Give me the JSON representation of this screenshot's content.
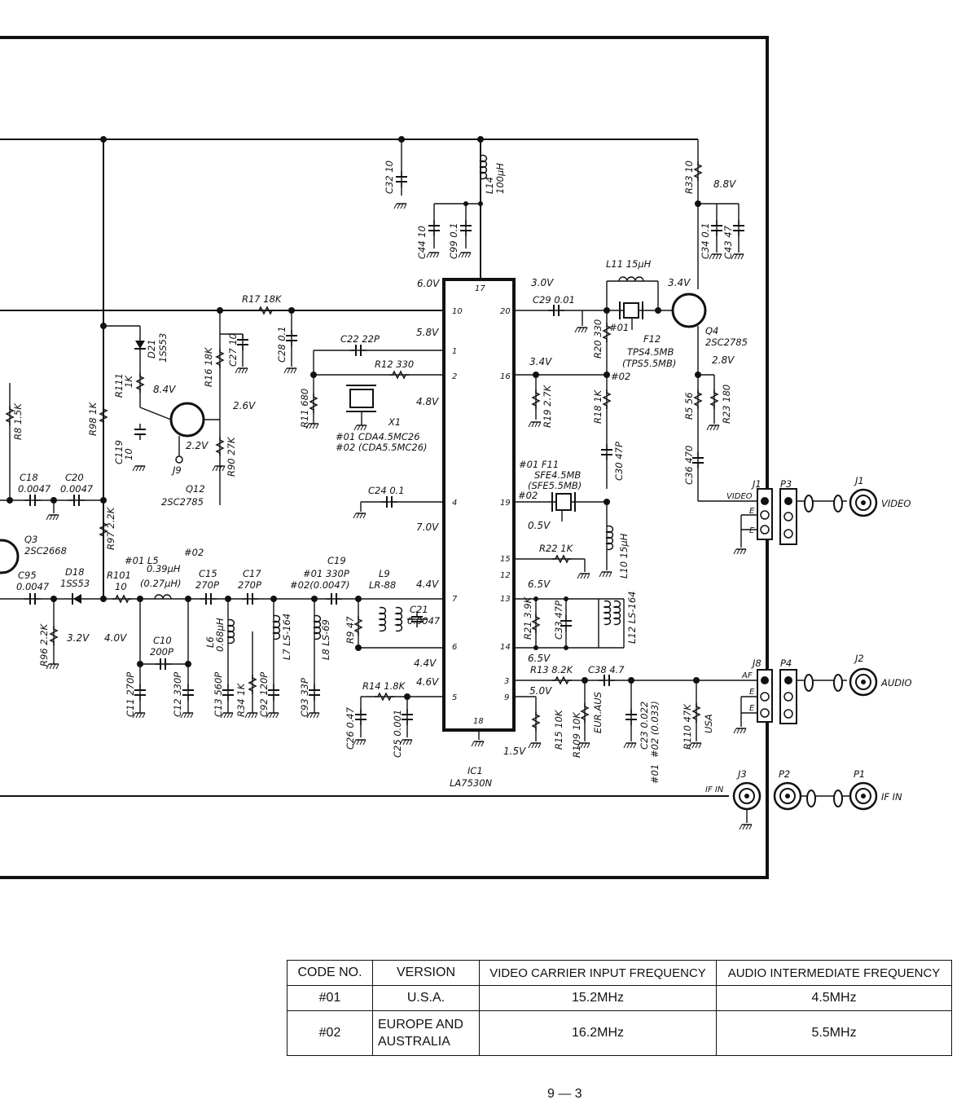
{
  "ic": {
    "ref": "IC1",
    "part": "LA7530N",
    "pins": {
      "p1": "1",
      "p2": "2",
      "p3": "3",
      "p4": "4",
      "p5": "5",
      "p6": "6",
      "p7": "7",
      "p9": "9",
      "p10": "10",
      "p12": "12",
      "p13": "13",
      "p14": "14",
      "p15": "15",
      "p16": "16",
      "p17": "17",
      "p18": "18",
      "p19": "19",
      "p20": "20"
    }
  },
  "volts": {
    "v60": "6.0V",
    "v58": "5.8V",
    "v48": "4.8V",
    "v70": "7.0V",
    "v44a": "4.4V",
    "v44b": "4.4V",
    "v46": "4.6V",
    "v30": "3.0V",
    "v34a": "3.4V",
    "v34b": "3.4V",
    "v05": "0.5V",
    "v65a": "6.5V",
    "v65b": "6.5V",
    "v50": "5.0V",
    "v15": "1.5V",
    "v88": "8.8V",
    "v28": "2.8V",
    "v84": "8.4V",
    "v26": "2.6V",
    "v22": "2.2V",
    "v32": "3.2V",
    "v40": "4.0V"
  },
  "parts": {
    "c32": "C32 10",
    "l14a": "L14",
    "l14b": "100µH",
    "c44": "C44 10",
    "c99": "C99 0.1",
    "r17": "R17 18K",
    "c22": "C22 22P",
    "r12": "R12 330",
    "r11": "R11 680",
    "x1": "X1",
    "x1a": "#01 CDA4.5MC26",
    "x1b": "#02 (CDA5.5MC26)",
    "c24": "C24 0.1",
    "c27": "C27 10",
    "c28": "C28 0.1",
    "r16": "R16 18K",
    "d21a": "D21",
    "d21b": "1SS53",
    "r111a": "R111",
    "r111b": "1K",
    "c119a": "C119",
    "c119b": "10",
    "r90": "R90 27K",
    "j9": "J9",
    "q12a": "Q12",
    "q12b": "2SC2785",
    "r98": "R98 1K",
    "r8": "R8 1.5K",
    "c18a": "C18",
    "c18b": "0.0047",
    "c20a": "C20",
    "c20b": "0.0047",
    "r97": "R97 2.2K",
    "q3a": "Q3",
    "q3b": "2SC2668",
    "c95a": "C95",
    "c95b": "0.0047",
    "d18a": "D18",
    "d18b": "1SS53",
    "r96": "R96 2.2K",
    "r101a": "R101",
    "r101b": "10",
    "l5a": "#01 L5",
    "l5b": "0.39µH",
    "l5c": "(0.27µH)",
    "l5d": "#02",
    "c15a": "C15",
    "c15b": "270P",
    "c17a": "C17",
    "c17b": "270P",
    "c19a": "C19",
    "c19b": "#01 330P",
    "c19c": "#02(0.0047)",
    "l9a": "L9",
    "l9b": "LR-88",
    "c21a": "C21",
    "c21b": "0.0047",
    "c10a": "C10",
    "c10b": "200P",
    "c11": "C11 270P",
    "c12": "C12 330P",
    "l6a": "L6",
    "l6b": "0.68µH",
    "c13": "C13 560P",
    "r34": "R34 1K",
    "c92": "C92 120P",
    "l7": "L7 LS-164",
    "c93": "C93 33P",
    "l8": "L8 LS-69",
    "r9": "R9 47",
    "r14": "R14 1.8K",
    "c26": "C26 0.47",
    "c25": "C25 0.001",
    "c29": "C29 0.01",
    "l11": "L11 15µH",
    "r20": "R20 330",
    "f12": "F12",
    "f12a": "#01",
    "f12b": "TPS4.5MB",
    "f12c": "(TPS5.5MB)",
    "f12d": "#02",
    "q4a": "Q4",
    "q4b": "2SC2785",
    "r33": "R33 10",
    "c34": "C34 0.1",
    "c43": "C43 47",
    "r5": "R5 56",
    "r23": "R23 180",
    "c36": "C36 470",
    "r19": "R19 2.7K",
    "r18": "R18 1K",
    "c30": "C30 47P",
    "f11a": "#01 F11",
    "f11b": "SFE4.5MB",
    "f11c": "(SFE5.5MB)",
    "f11d": "#02",
    "l10": "L10 15µH",
    "r22": "R22 1K",
    "r21": "R21 3.9K",
    "c33": "C33 47P",
    "l12": "L12 LS-164",
    "r13": "R13 8.2K",
    "c38": "C38 4.7",
    "r15": "R15 10K",
    "r109": "R109 10K",
    "eur": "EUR.AUS",
    "c23a": "C23 0.022",
    "c23b": "#02 (0.033)",
    "c23c": "#01",
    "r110": "R110 47K",
    "usa": "USA"
  },
  "connectors": {
    "j1": "J1",
    "p3": "P3",
    "j1b": "J1",
    "video": "VIDEO",
    "video_pin": "VIDEO",
    "j8": "J8",
    "p4": "P4",
    "j2": "J2",
    "audio": "AUDIO",
    "af": "AF",
    "e": "E",
    "j3": "J3",
    "ifin": "IF IN",
    "p2": "P2",
    "p1": "P1",
    "ifin2": "IF IN"
  },
  "table": {
    "headers": [
      "CODE NO.",
      "VERSION",
      "VIDEO CARRIER INPUT FREQUENCY",
      "AUDIO INTERMEDIATE FREQUENCY"
    ],
    "rows": [
      [
        "#01",
        "U.S.A.",
        "15.2MHz",
        "4.5MHz"
      ],
      [
        "#02",
        "EUROPE AND AUSTRALIA",
        "16.2MHz",
        "5.5MHz"
      ]
    ]
  },
  "page_number": "9 — 3"
}
